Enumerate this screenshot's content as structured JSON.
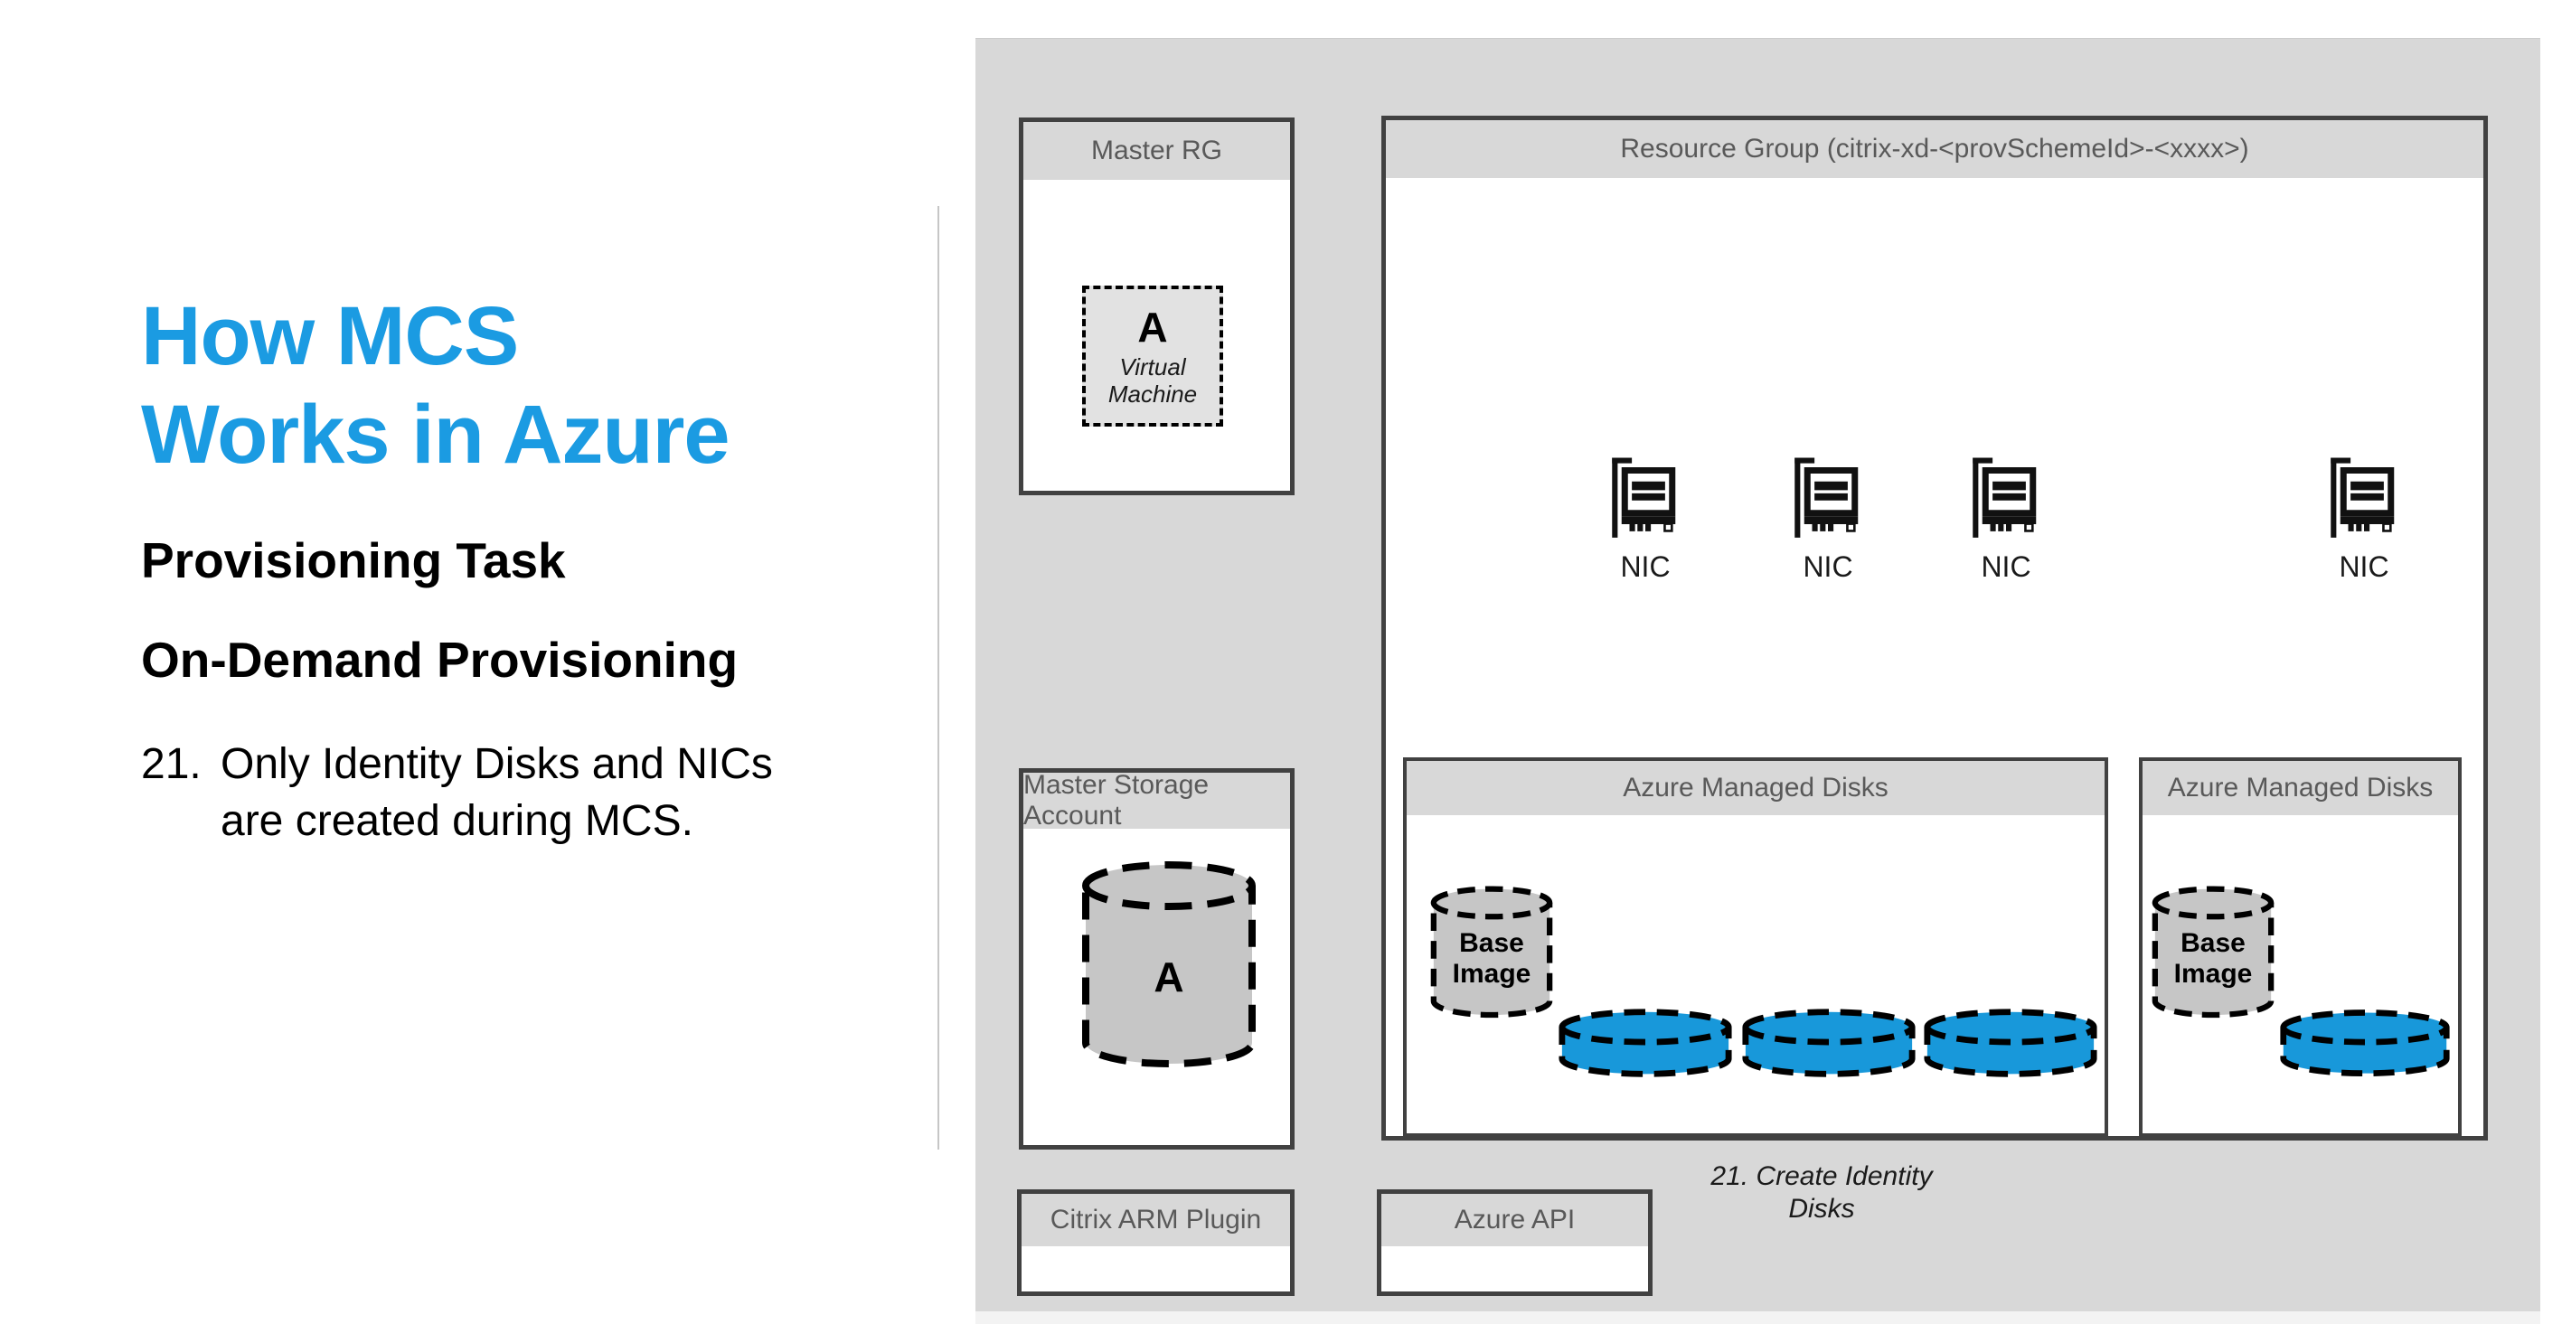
{
  "left_panel": {
    "title_lines": [
      "How MCS",
      "Works in Azure"
    ],
    "subtitle1": "Provisioning Task",
    "subtitle2": "On-Demand Provisioning",
    "list_item": {
      "number": "21.",
      "text": "Only Identity Disks and NICs are created during MCS."
    }
  },
  "diagram": {
    "master_rg": {
      "header": "Master RG",
      "vm": {
        "letter": "A",
        "label": "Virtual Machine"
      }
    },
    "resource_group": {
      "header": "Resource Group (citrix-xd-<provSchemeId>-<xxxx>)",
      "nic_labels": [
        "NIC",
        "NIC",
        "NIC",
        "NIC"
      ]
    },
    "managed_disks_left": {
      "header": "Azure Managed Disks",
      "base_image": "Base Image",
      "identity_disk_count": 3
    },
    "managed_disks_right": {
      "header": "Azure Managed Disks",
      "base_image": "Base Image",
      "identity_disk_count": 1
    },
    "master_storage": {
      "header": "Master Storage Account",
      "cylinder_letter": "A"
    },
    "citrix_arm_plugin": {
      "header": "Citrix ARM Plugin"
    },
    "azure_api": {
      "header": "Azure API"
    },
    "caption_lines": [
      "21. Create Identity",
      "Disks"
    ],
    "icons": {
      "nic": "nic-card-icon",
      "base_image": "disk-cylinder-icon",
      "identity_disk": "identity-disk-icon"
    },
    "colors": {
      "title_blue": "#1b9be2",
      "identity_disk_blue": "#1898da",
      "panel_gray": "#d8d8d8",
      "box_border": "#414141",
      "header_text": "#595959"
    }
  }
}
